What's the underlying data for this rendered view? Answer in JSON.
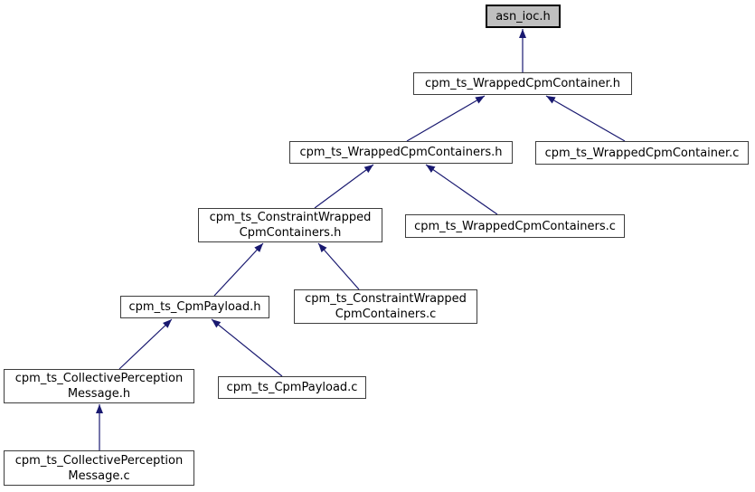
{
  "diagram": {
    "title": "included-by dependency graph for asn_ioc.h",
    "edge_color": "#191970",
    "node_border_color": "#3d3d3d",
    "root_node_fill": "#bfbfbf",
    "background_color": "#ffffff",
    "nodes": [
      {
        "id": "asn_ioc.h",
        "label": "asn_ioc.h",
        "root": true
      },
      {
        "id": "cpm_ts_WrappedCpmContainer.h",
        "label": "cpm_ts_WrappedCpmContainer.h",
        "root": false
      },
      {
        "id": "cpm_ts_WrappedCpmContainers.h",
        "label": "cpm_ts_WrappedCpmContainers.h",
        "root": false
      },
      {
        "id": "cpm_ts_WrappedCpmContainer.c",
        "label": "cpm_ts_WrappedCpmContainer.c",
        "root": false
      },
      {
        "id": "cpm_ts_ConstraintWrappedCpmContainers.h",
        "label": "cpm_ts_ConstraintWrapped\nCpmContainers.h",
        "root": false
      },
      {
        "id": "cpm_ts_WrappedCpmContainers.c",
        "label": "cpm_ts_WrappedCpmContainers.c",
        "root": false
      },
      {
        "id": "cpm_ts_CpmPayload.h",
        "label": "cpm_ts_CpmPayload.h",
        "root": false
      },
      {
        "id": "cpm_ts_ConstraintWrappedCpmContainers.c",
        "label": "cpm_ts_ConstraintWrapped\nCpmContainers.c",
        "root": false
      },
      {
        "id": "cpm_ts_CollectivePerceptionMessage.h",
        "label": "cpm_ts_CollectivePerception\nMessage.h",
        "root": false
      },
      {
        "id": "cpm_ts_CpmPayload.c",
        "label": "cpm_ts_CpmPayload.c",
        "root": false
      },
      {
        "id": "cpm_ts_CollectivePerceptionMessage.c",
        "label": "cpm_ts_CollectivePerception\nMessage.c",
        "root": false
      }
    ],
    "edges": [
      {
        "from": "cpm_ts_WrappedCpmContainer.h",
        "to": "asn_ioc.h"
      },
      {
        "from": "cpm_ts_WrappedCpmContainers.h",
        "to": "cpm_ts_WrappedCpmContainer.h"
      },
      {
        "from": "cpm_ts_WrappedCpmContainer.c",
        "to": "cpm_ts_WrappedCpmContainer.h"
      },
      {
        "from": "cpm_ts_ConstraintWrappedCpmContainers.h",
        "to": "cpm_ts_WrappedCpmContainers.h"
      },
      {
        "from": "cpm_ts_WrappedCpmContainers.c",
        "to": "cpm_ts_WrappedCpmContainers.h"
      },
      {
        "from": "cpm_ts_CpmPayload.h",
        "to": "cpm_ts_ConstraintWrappedCpmContainers.h"
      },
      {
        "from": "cpm_ts_ConstraintWrappedCpmContainers.c",
        "to": "cpm_ts_ConstraintWrappedCpmContainers.h"
      },
      {
        "from": "cpm_ts_CollectivePerceptionMessage.h",
        "to": "cpm_ts_CpmPayload.h"
      },
      {
        "from": "cpm_ts_CpmPayload.c",
        "to": "cpm_ts_CpmPayload.h"
      },
      {
        "from": "cpm_ts_CollectivePerceptionMessage.c",
        "to": "cpm_ts_CollectivePerceptionMessage.h"
      }
    ]
  }
}
